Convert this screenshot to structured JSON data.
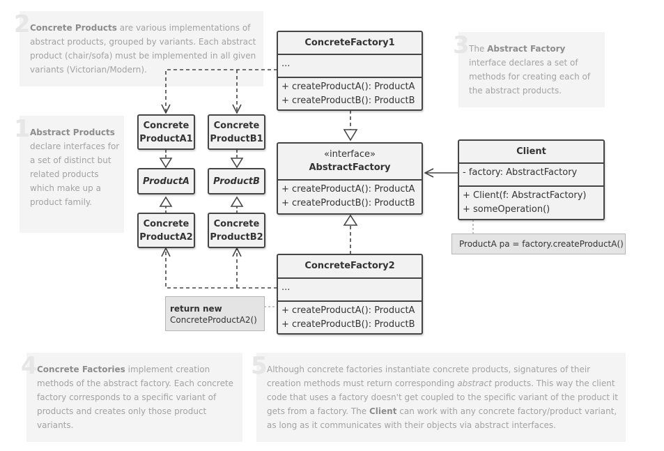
{
  "notes": [
    {
      "num": "1",
      "lead": "Abstract Products",
      "text": " declare interfaces for a set of distinct but related products which make up a product family."
    },
    {
      "num": "2",
      "lead": "Concrete Products",
      "text": " are various implementations of abstract products, grouped by variants. Each abstract product (chair/sofa) must be implemented in all given variants (Victorian/Modern)."
    },
    {
      "num": "3",
      "pre": "The ",
      "lead": "Abstract Factory",
      "text": " interface declares a set of methods for creating each of the abstract products."
    },
    {
      "num": "4",
      "lead": "Concrete Factories",
      "text": " implement creation methods of the abstract factory. Each concrete factory corresponds to a specific variant of products and creates only those product variants."
    },
    {
      "num": "5",
      "pre": "Although concrete factories instantiate concrete products, signatures of their creation methods must return corresponding ",
      "em": "abstract",
      "mid": " products. This way the client code that uses a factory doesn't get coupled to the specific variant of the product it gets from a factory. The ",
      "lead": "Client",
      "text": " can work with any concrete factory/product variant, as long as it communicates with their objects via abstract interfaces."
    }
  ],
  "concrete_factory1": {
    "name": "ConcreteFactory1",
    "fields": "...",
    "methods": [
      "+ createProductA(): ProductA",
      "+ createProductB(): ProductB"
    ]
  },
  "abstract_factory": {
    "stereotype": "«interface»",
    "name": "AbstractFactory",
    "methods": [
      "+ createProductA(): ProductA",
      "+ createProductB(): ProductB"
    ]
  },
  "concrete_factory2": {
    "name": "ConcreteFactory2",
    "fields": "...",
    "methods": [
      "+ createProductA(): ProductA",
      "+ createProductB(): ProductB"
    ]
  },
  "client": {
    "name": "Client",
    "fields": "- factory: AbstractFactory",
    "methods": [
      "+ Client(f: AbstractFactory)",
      "+ someOperation()"
    ]
  },
  "products": {
    "a1": [
      "Concrete",
      "ProductA1"
    ],
    "b1": [
      "Concrete",
      "ProductB1"
    ],
    "a": "ProductA",
    "b": "ProductB",
    "a2": [
      "Concrete",
      "ProductA2"
    ],
    "b2": [
      "Concrete",
      "ProductB2"
    ]
  },
  "client_note": "ProductA pa = factory.createProductA()",
  "factory2_note": {
    "bold": "return new",
    "text": "ConcreteProductA2()"
  }
}
